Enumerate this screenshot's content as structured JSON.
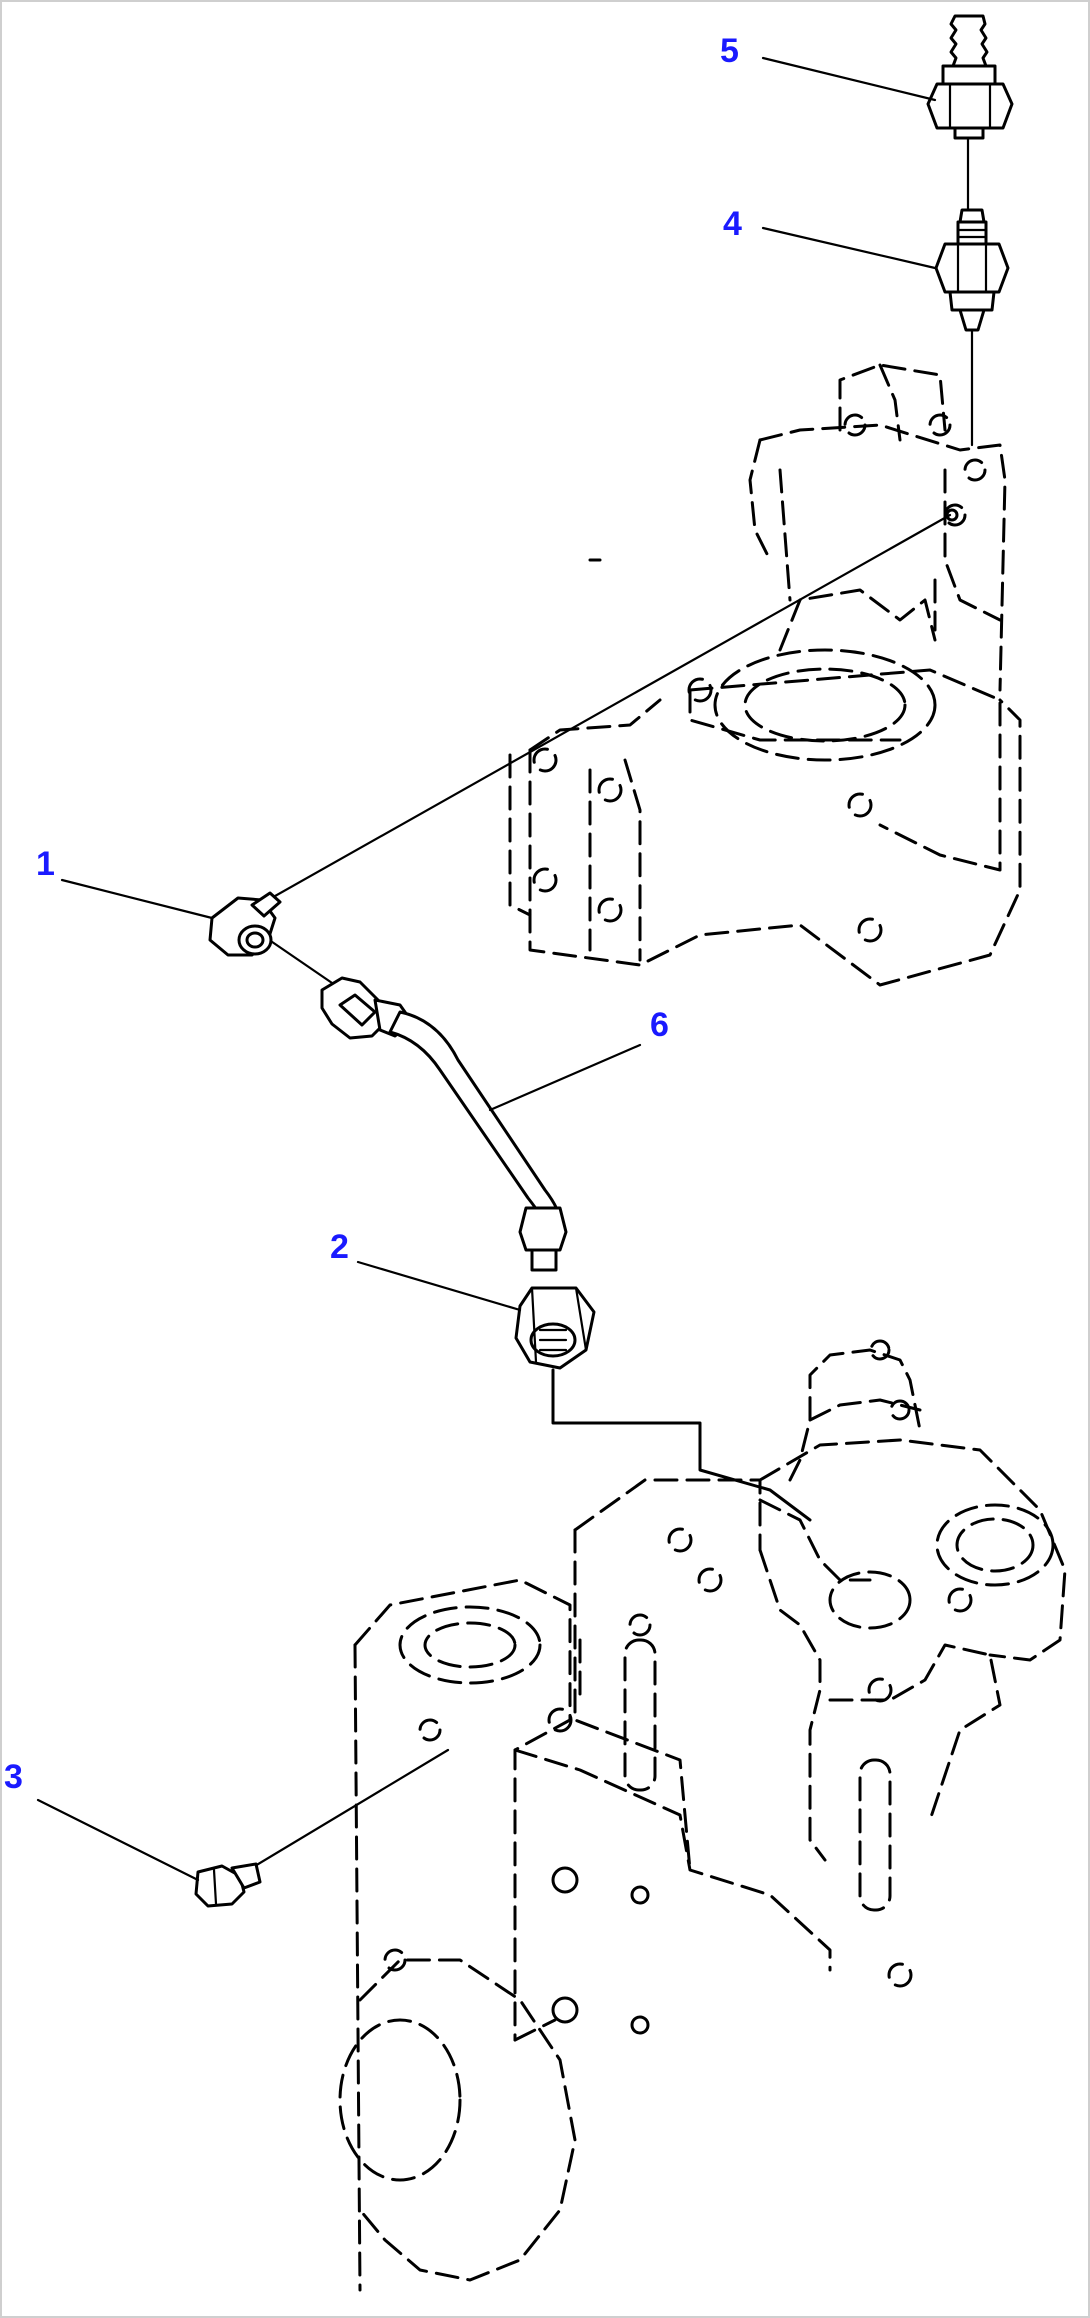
{
  "callouts": [
    {
      "id": "1",
      "label": "1"
    },
    {
      "id": "2",
      "label": "2"
    },
    {
      "id": "3",
      "label": "3"
    },
    {
      "id": "4",
      "label": "4"
    },
    {
      "id": "5",
      "label": "5"
    },
    {
      "id": "6",
      "label": "6"
    }
  ],
  "colors": {
    "callout_label": "#1a1aff",
    "line_art": "#000000",
    "background": "#ffffff",
    "frame": "#cfcfcf"
  }
}
